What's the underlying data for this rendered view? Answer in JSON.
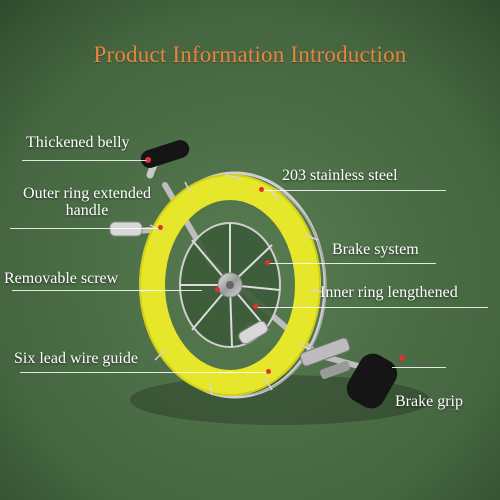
{
  "title": "Product Information Introduction",
  "callouts": {
    "thickened_belly": "Thickened belly",
    "stainless_steel": "203 stainless steel",
    "outer_ring_line1": "Outer ring extended",
    "outer_ring_line2": "handle",
    "brake_system": "Brake system",
    "removable_screw": "Removable screw",
    "inner_ring": "Inner ring lengthened",
    "six_lead": "Six lead wire guide",
    "brake_grip": "Brake grip"
  },
  "colors": {
    "title": "#e8843f",
    "callout_text": "#ffffff",
    "marker": "#e3312f",
    "grass": "#4a6a45",
    "cable": "#e6e62a"
  }
}
